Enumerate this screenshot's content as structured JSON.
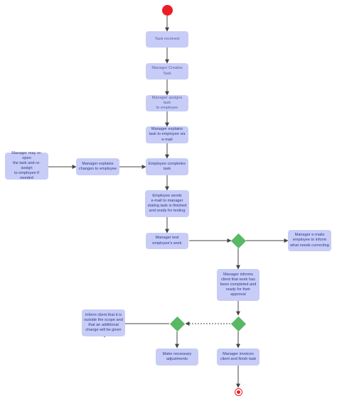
{
  "diagram": {
    "nodes": {
      "task_received": "Task received",
      "manager_creates_task": "Manager Creates Task",
      "manager_assigns_task": "Manager assigns task\nto employee",
      "manager_explains_email": "Manager explains\ntask to employee via\ne-mail",
      "employee_completes": "Employee completes\ntask",
      "employee_sends_email": "Employee sends\ne-mail to manager\nstating task is finished\nand ready for testing",
      "manager_test": "Manager test\nemployee's work",
      "manager_emails": "Manager e-mails\nemployee to inform\nwhat needs correcting",
      "manager_explains_changes": "Manager explains\nchanges to employee",
      "manager_reopen": "Manager may re-open\nthe task and re-assign\nto employee if\nneeded",
      "manager_informs_client": "Manager informs\nclient that work has\nbeen completed and\nready for their\napproval",
      "inform_client_scope": "Inform client that it is\noutside the scope and\nthat an additional\nchange will be given",
      "make_adjustments": "Make necessary\nadjustments",
      "manager_invoices": "Manager invoices\nclient and finish task"
    },
    "colors": {
      "node_fill": "#c7cdf7",
      "node_text": "#2f3a8a",
      "decision": "#59b863",
      "start_end": "#ee1c24",
      "edge": "#444444"
    }
  }
}
